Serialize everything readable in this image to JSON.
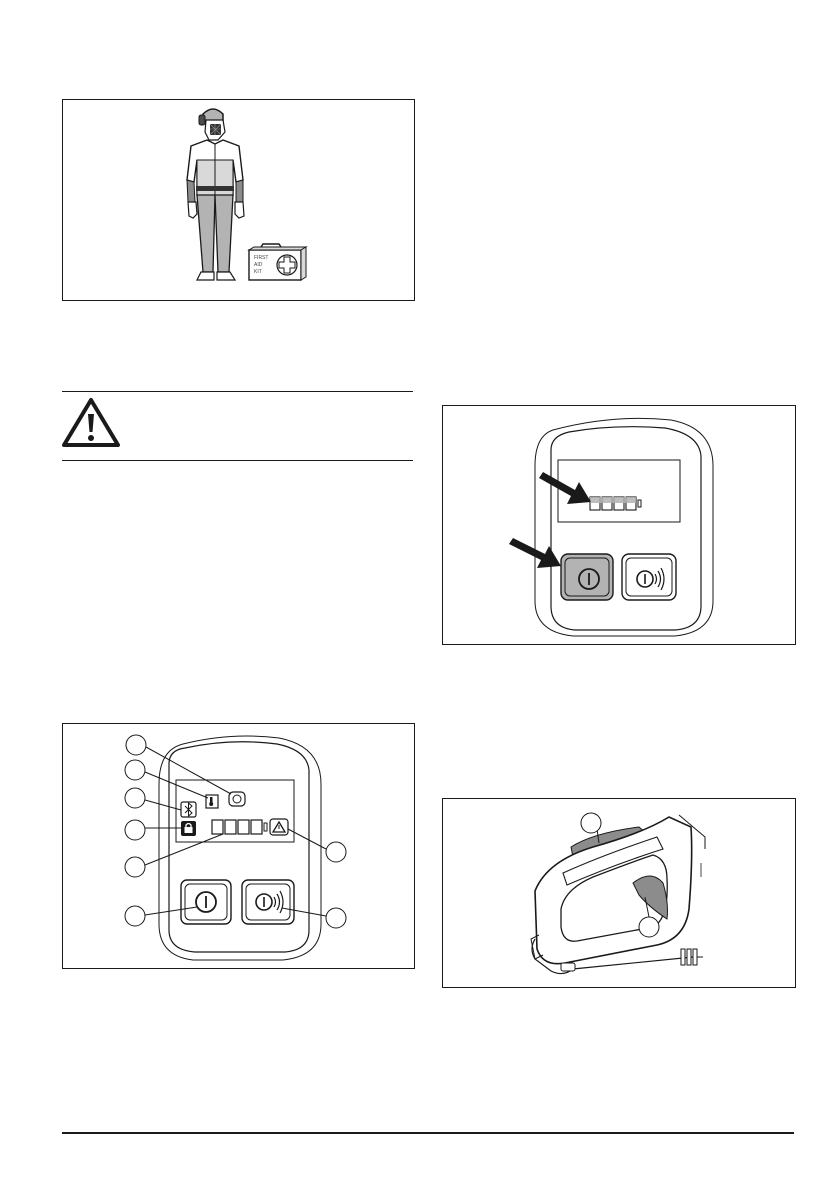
{
  "figures": {
    "safety_equipment": {
      "first_aid_kit_text": [
        "FIRST",
        "AID",
        "KIT"
      ]
    }
  },
  "warning": {
    "icon": "warning-triangle-icon",
    "text": ""
  },
  "control_panel": {
    "icons": [
      "status-icon",
      "temperature-icon",
      "bluetooth-icon",
      "lock-icon",
      "battery-icon",
      "warning-icon",
      "power-button-icon",
      "sound-button-icon"
    ],
    "callout_count": 8
  },
  "power_panel": {
    "icons": [
      "battery-icon",
      "power-button-icon",
      "sound-button-icon"
    ],
    "arrow_count": 2
  },
  "handle_figure": {
    "callout_count": 2
  },
  "colors": {
    "line": "#1a1a1a",
    "shade_light": "#d9d9d9",
    "shade_mid": "#b3b3b3",
    "shade_dark": "#8c8c8c"
  }
}
